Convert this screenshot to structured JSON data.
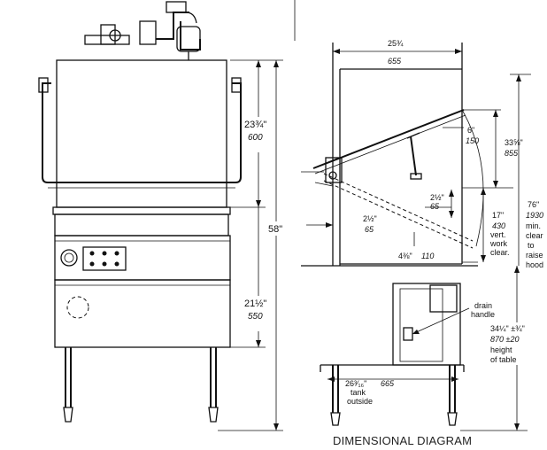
{
  "front_view": {
    "dim_upper_imperial": "23¾\"",
    "dim_upper_metric": "600",
    "dim_lower_imperial": "21½\"",
    "dim_lower_metric": "550",
    "dim_total": "58\""
  },
  "side_view": {
    "width_imperial": "25¾",
    "width_metric": "655",
    "arm_offset_imperial": "6\"",
    "arm_offset_metric": "150",
    "hood_rise_imperial": "33⅝\"",
    "hood_rise_metric": "855",
    "inner_imperial": "2½\"",
    "inner_metric": "65",
    "left_imperial": "2½\"",
    "left_metric": "65",
    "work_clear_imperial": "17\"",
    "work_clear_metric": "430",
    "work_clear_note_1": "vert.",
    "work_clear_note_2": "work",
    "work_clear_note_3": "clear.",
    "ledge_imperial": "4⅜\"",
    "ledge_metric": "110",
    "hood_clear_imperial": "76\"",
    "hood_clear_metric": "1930",
    "hood_clear_note_1": "min.",
    "hood_clear_note_2": "clear",
    "hood_clear_note_3": "to",
    "hood_clear_note_4": "raise",
    "hood_clear_note_5": "hood",
    "drain_label_1": "drain",
    "drain_label_2": "handle",
    "table_imperial": "34¼\" ±¾\"",
    "table_metric": "870 ±20",
    "table_note_1": "height",
    "table_note_2": "of table",
    "tank_imperial": "26³⁄₁₆\"",
    "tank_metric": "665",
    "tank_note_1": "tank",
    "tank_note_2": "outside"
  },
  "caption": "DIMENSIONAL DIAGRAM"
}
